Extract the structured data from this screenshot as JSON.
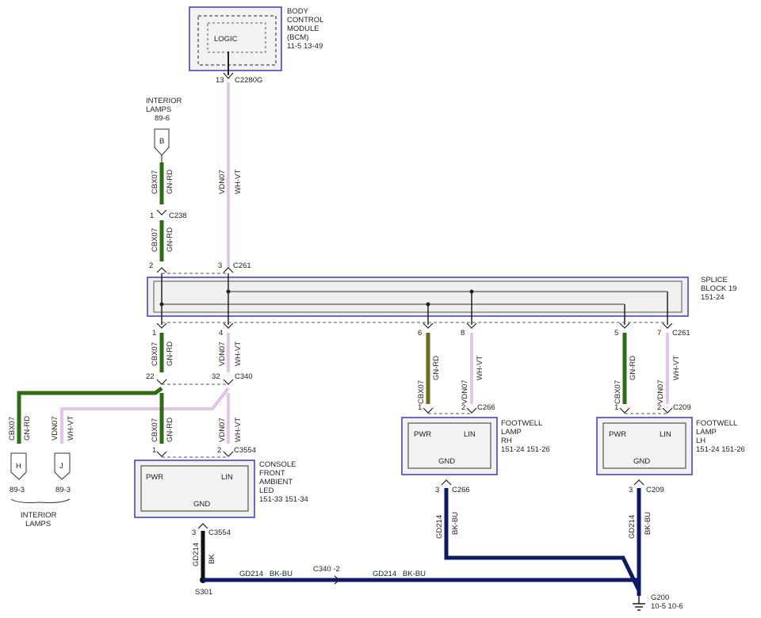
{
  "bcm": {
    "title_lines": [
      "BODY",
      "CONTROL",
      "MODULE",
      "(BCM)"
    ],
    "refs": "11-5      13-49",
    "logic": "LOGIC",
    "pin": "13",
    "connector": "C2280G"
  },
  "interior_lamps_top": {
    "lines": [
      "INTERIOR",
      "LAMPS"
    ],
    "ref": "89-6",
    "terminal": "B"
  },
  "wires": {
    "cbx": "CBX07",
    "gnrd": "GN-RD",
    "vdn": "VDN07",
    "whvt": "WH-VT",
    "gd": "GD214",
    "bkbu": "BK-BU",
    "bk": "BK"
  },
  "connectors": {
    "c238": "C238",
    "c261": "C261",
    "c340": "C340",
    "c3554": "C3554",
    "c266": "C266",
    "c209": "C209",
    "c340_2": "C340 -2",
    "s301": "S301",
    "g200": "G200",
    "g200_refs": "10-5      10-6"
  },
  "pins": {
    "p1": "1",
    "p2": "2",
    "p3": "3",
    "p4": "4",
    "p5": "5",
    "p6": "6",
    "p7": "7",
    "p8": "8",
    "p22": "22",
    "p32": "32"
  },
  "splice_block": {
    "lines": [
      "SPLICE",
      "BLOCK 19"
    ],
    "ref": "151-24"
  },
  "console_led": {
    "lines": [
      "CONSOLE",
      "FRONT",
      "AMBIENT",
      "LED"
    ],
    "refs": "151-33  151-34",
    "pwr": "PWR",
    "lin": "LIN",
    "gnd": "GND"
  },
  "footwell_rh": {
    "lines": [
      "FOOTWELL",
      "LAMP",
      "RH"
    ],
    "refs": "151-24  151-26",
    "pwr": "PWR",
    "lin": "LIN",
    "gnd": "GND"
  },
  "footwell_lh": {
    "lines": [
      "FOOTWELL",
      "LAMP",
      "LH"
    ],
    "refs": "151-24  151-26",
    "pwr": "PWR",
    "lin": "LIN",
    "gnd": "GND"
  },
  "terminals_bottom": {
    "h": "H",
    "j": "J",
    "h_ref": "89-3",
    "j_ref": "89-3",
    "lamps_lines": [
      "INTERIOR",
      "LAMPS"
    ]
  },
  "colors": {
    "green": "#2e6b14",
    "violet": "#c98cd6",
    "navy": "#0f1a66",
    "box_blue": "#3b3bb0",
    "olive": "#6b6b1a"
  }
}
